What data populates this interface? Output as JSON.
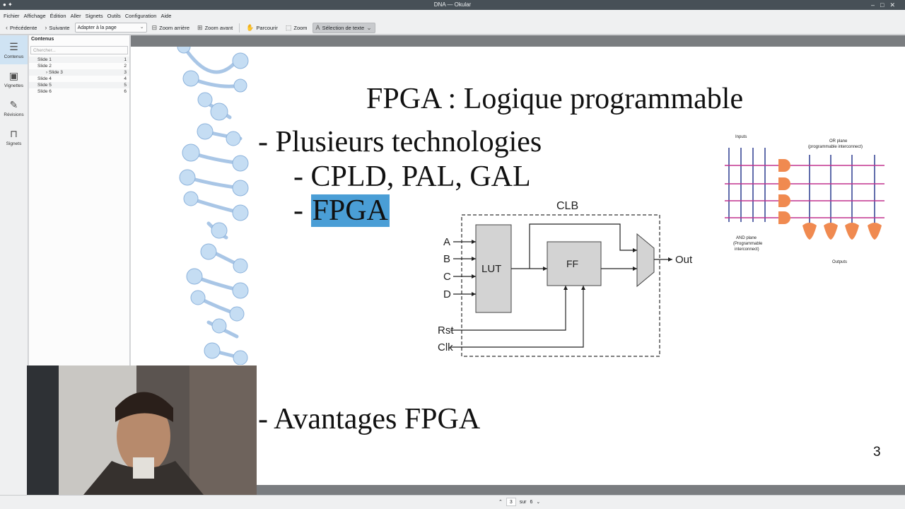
{
  "window": {
    "title": "DNA — Okular"
  },
  "menu": [
    "Fichier",
    "Affichage",
    "Édition",
    "Aller",
    "Signets",
    "Outils",
    "Configuration",
    "Aide"
  ],
  "toolbar": {
    "prev": "Précédente",
    "next": "Suivante",
    "zoom_mode": "Adapter à la page",
    "zoom_out": "Zoom arrière",
    "zoom_in": "Zoom avant",
    "browse": "Parcourir",
    "zoom": "Zoom",
    "text_select": "Sélection de texte"
  },
  "rail": [
    {
      "label": "Contenus",
      "icon": "contents-icon"
    },
    {
      "label": "Vignettes",
      "icon": "thumbnails-icon"
    },
    {
      "label": "Révisions",
      "icon": "reviews-icon"
    },
    {
      "label": "Signets",
      "icon": "bookmark-icon"
    }
  ],
  "toc": {
    "title": "Contenus",
    "search_placeholder": "Chercher...",
    "items": [
      {
        "label": "Slide 1",
        "page": "1"
      },
      {
        "label": "Slide 2",
        "page": "2"
      },
      {
        "label": "Slide 3",
        "page": "3"
      },
      {
        "label": "Slide 4",
        "page": "4"
      },
      {
        "label": "Slide 5",
        "page": "5"
      },
      {
        "label": "Slide 6",
        "page": "6"
      }
    ]
  },
  "slide": {
    "title": "FPGA : Logique programmable",
    "bullet1": "- Plusieurs technologies",
    "bullet2": "- CPLD, PAL, GAL",
    "bullet3_prefix": "- ",
    "bullet3_highlight": "FPGA",
    "bullet4": "- Avantages FPGA",
    "page_number": "3",
    "clb": {
      "title": "CLB",
      "inputs": [
        "A",
        "B",
        "C",
        "D"
      ],
      "lut": "LUT",
      "ff": "FF",
      "out": "Out",
      "rst": "Rst",
      "clk": "Clk"
    },
    "pla": {
      "inputs": "Inputs",
      "or_plane": "OR plane",
      "or_sub": "(programmable interconnect)",
      "and_plane": "AND plane",
      "and_sub1": "(Programmable",
      "and_sub2": "interconnect)",
      "outputs": "Outputs"
    }
  },
  "status": {
    "page": "3",
    "of": "sur",
    "total": "6"
  }
}
